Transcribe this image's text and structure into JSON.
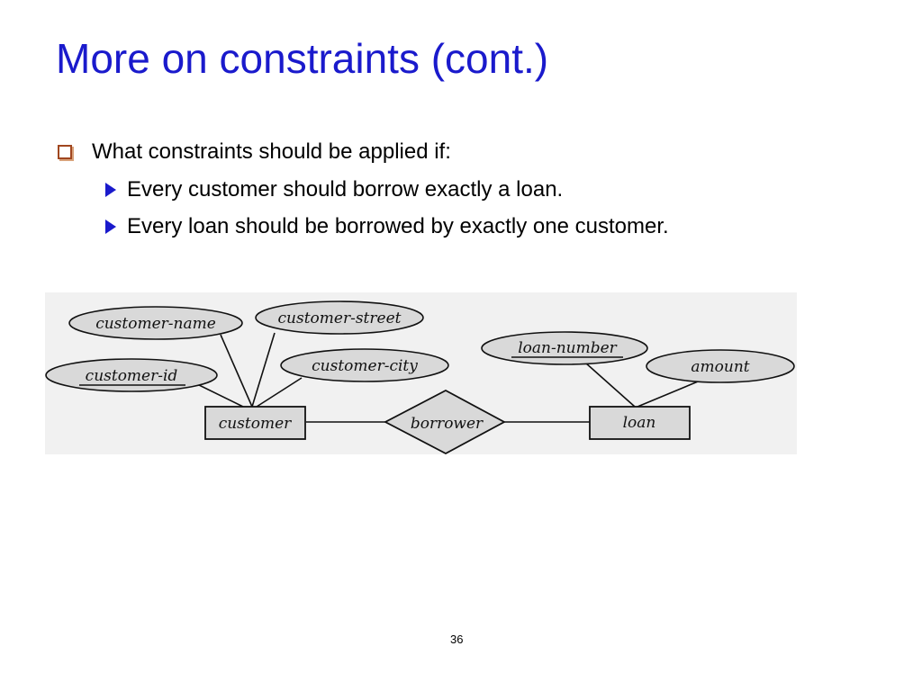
{
  "slide": {
    "title": "More on constraints (cont.)",
    "page_number": "36"
  },
  "bullets": {
    "main": "What constraints should be applied if:",
    "sub": [
      "Every customer should borrow exactly a loan.",
      "Every loan should be borrowed by exactly one customer."
    ]
  },
  "diagram": {
    "attributes": {
      "customer_name": "customer-name",
      "customer_street": "customer-street",
      "customer_id": "customer-id",
      "customer_city": "customer-city",
      "loan_number": "loan-number",
      "amount": "amount"
    },
    "entities": {
      "customer": "customer",
      "loan": "loan"
    },
    "relationships": {
      "borrower": "borrower"
    }
  },
  "colors": {
    "title": "#1a1acc",
    "bullet_box": "#a0461f",
    "bullet_arrow": "#1a1acc",
    "shape_fill": "#d9d9d9"
  }
}
